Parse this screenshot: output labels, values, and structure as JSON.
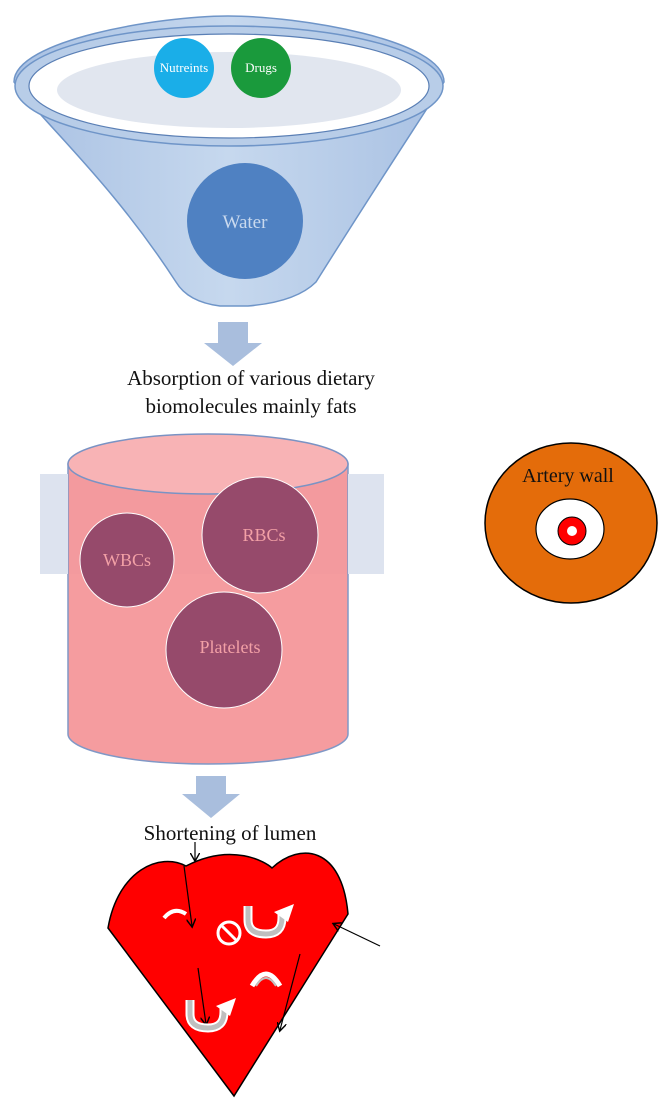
{
  "funnel": {
    "nutrients_label": "Nutreints",
    "drugs_label": "Drugs",
    "water_label": "Water"
  },
  "steps": {
    "absorption_line1": "Absorption of various dietary",
    "absorption_line2": "biomolecules mainly fats",
    "lumen_label": "Shortening of lumen"
  },
  "vessel": {
    "wbc_label": "WBCs",
    "rbc_label": "RBCs",
    "platelet_label": "Platelets"
  },
  "artery": {
    "label": "Artery wall"
  },
  "colors": {
    "funnel_fill": "#b8cde8",
    "nutrients": "#1aaee8",
    "drugs": "#1a9a3c",
    "water": "#4f81c2",
    "arrow": "#a9bedd",
    "cylinder": "#f5979a",
    "cells": "#964a6b",
    "artery_outer": "#e46c0a",
    "artery_inner": "#ff0000",
    "heart": "#ff0000"
  }
}
